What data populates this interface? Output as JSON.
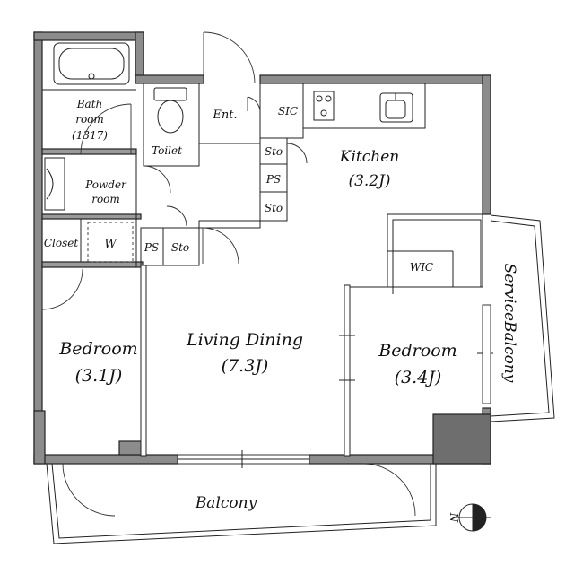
{
  "rooms": {
    "bathroom": {
      "line1": "Bath",
      "line2": "room",
      "line3": "(1317)"
    },
    "entrance": "Ent.",
    "sic": "SIC",
    "kitchen": {
      "name": "Kitchen",
      "size": "(3.2J)"
    },
    "toilet": "Toilet",
    "powder": {
      "line1": "Powder",
      "line2": "room"
    },
    "closet": "Closet",
    "washer": "W",
    "ps_left": "PS",
    "sto_left": "Sto",
    "sto_1": "Sto",
    "ps_mid": "PS",
    "sto_2": "Sto",
    "wic": "WIC",
    "bedroom_left": {
      "name": "Bedroom",
      "size": "(3.1J)"
    },
    "living": {
      "name": "Living Dining",
      "size": "(7.3J)"
    },
    "bedroom_right": {
      "name": "Bedroom",
      "size": "(3.4J)"
    },
    "service_balcony": "ServiceBalcony",
    "balcony": "Balcony",
    "north": "N"
  }
}
